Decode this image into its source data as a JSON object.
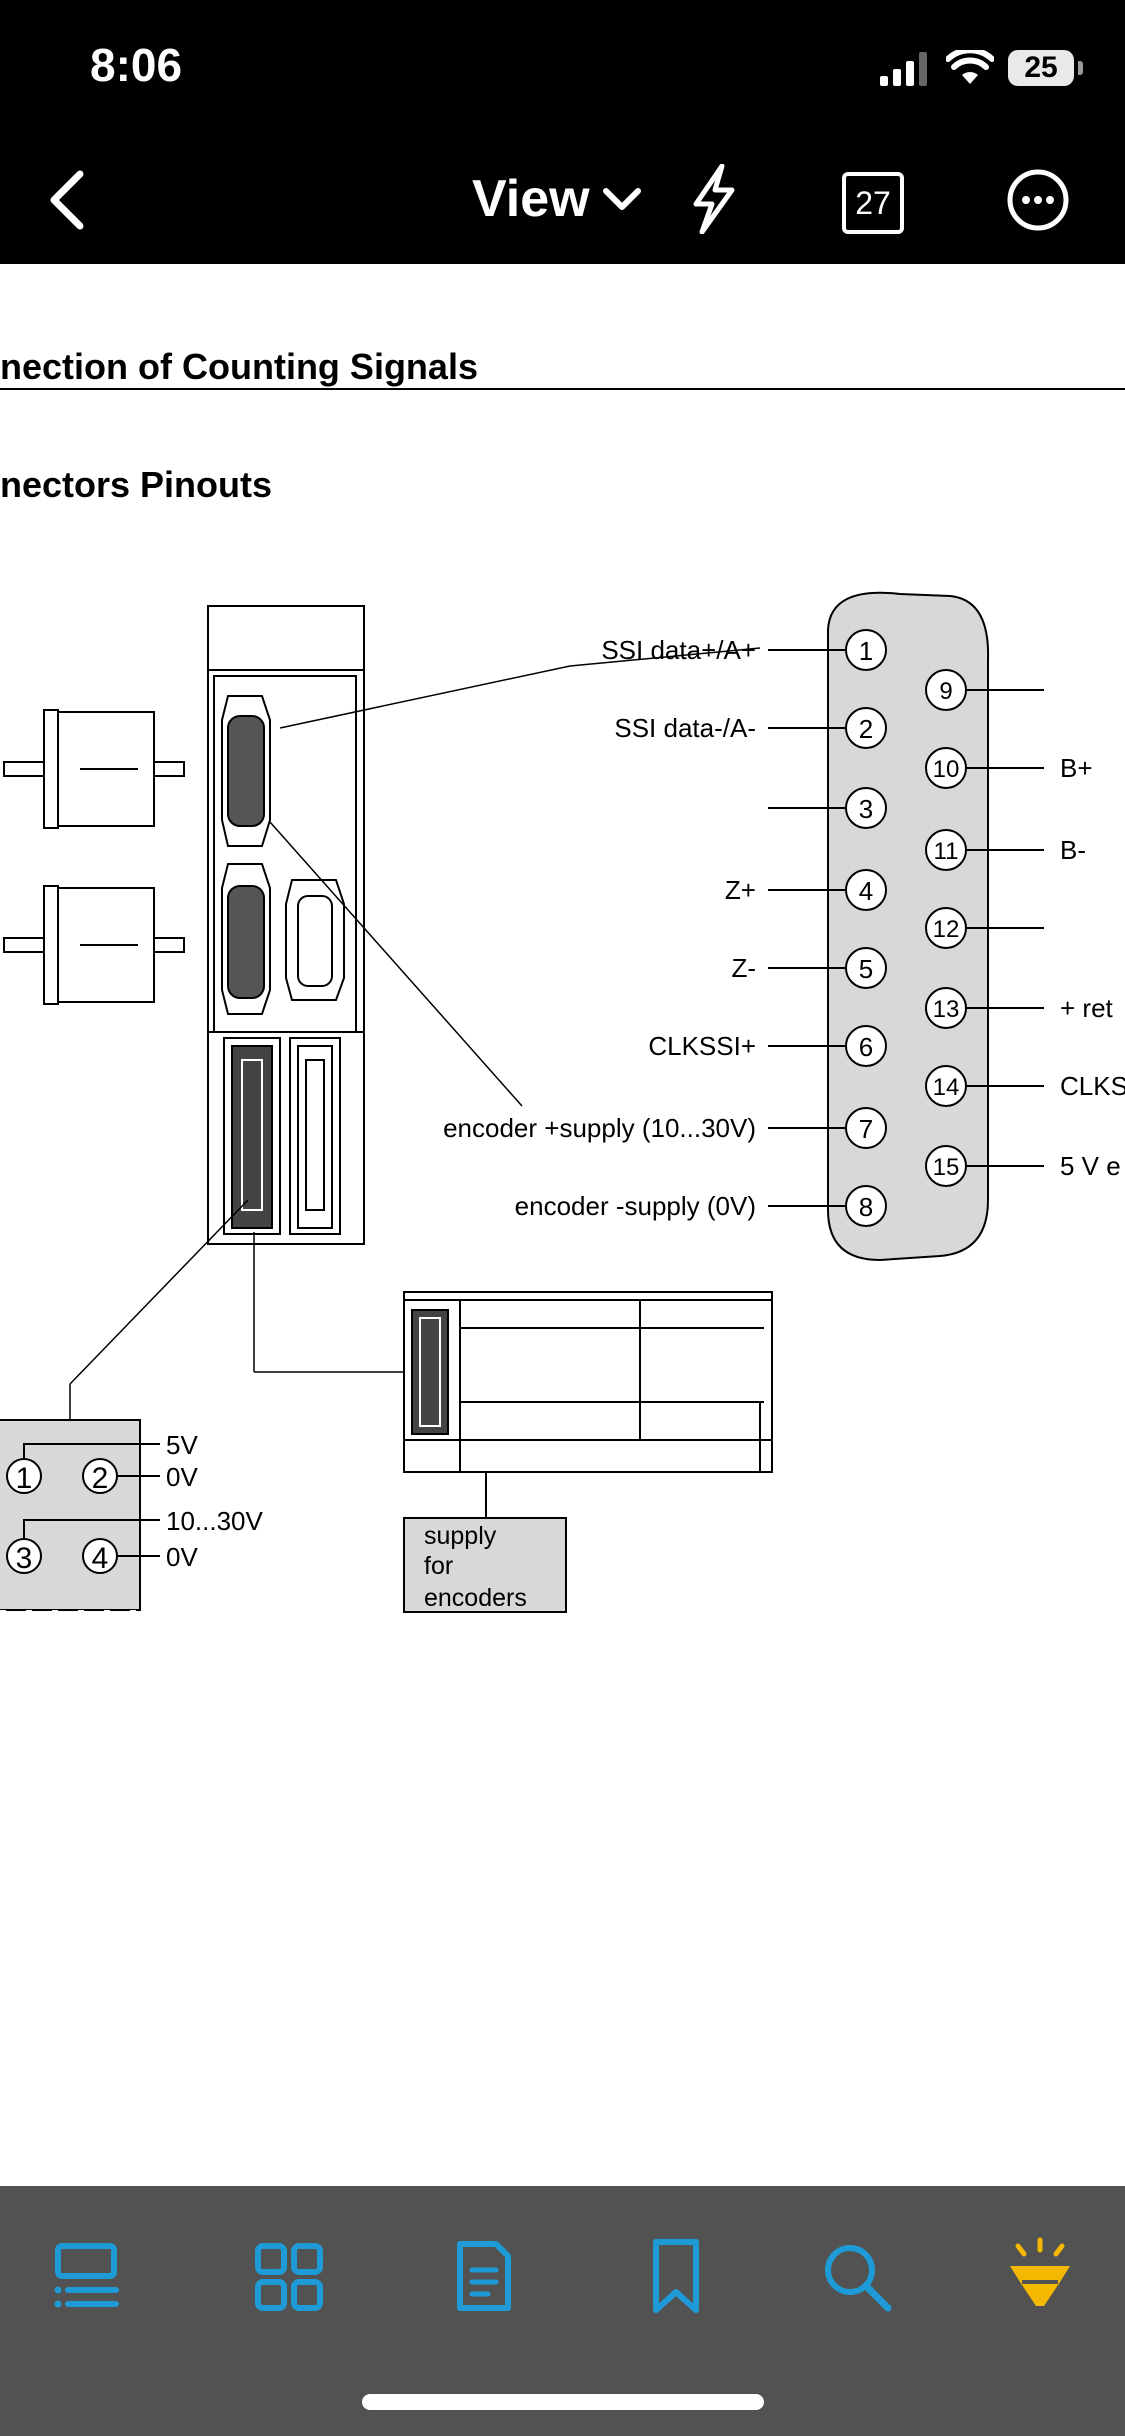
{
  "status_bar": {
    "time": "8:06",
    "battery": "25",
    "icons": [
      "signal-icon",
      "wifi-icon",
      "battery-icon"
    ]
  },
  "nav_bar": {
    "back_icon": "chevron-left-icon",
    "view_label": "View",
    "view_icon": "chevron-down-icon",
    "flash_icon": "lightning-icon",
    "page_number": "27",
    "more_icon": "ellipsis-circle-icon"
  },
  "document": {
    "heading": "nection of Counting Signals",
    "subheading": "nectors Pinouts",
    "connector_left_labels": [
      {
        "pin": "1",
        "label": "SSI data+/A+"
      },
      {
        "pin": "2",
        "label": "SSI data-/A-"
      },
      {
        "pin": "3",
        "label": ""
      },
      {
        "pin": "4",
        "label": "Z+"
      },
      {
        "pin": "5",
        "label": "Z-"
      },
      {
        "pin": "6",
        "label": "CLKSSI+"
      },
      {
        "pin": "7",
        "label": "encoder +supply   (10...30V)"
      },
      {
        "pin": "8",
        "label": "encoder -supply   (0V)"
      }
    ],
    "connector_right_labels": [
      {
        "pin": "9",
        "label": ""
      },
      {
        "pin": "10",
        "label": "B+"
      },
      {
        "pin": "11",
        "label": "B-"
      },
      {
        "pin": "12",
        "label": ""
      },
      {
        "pin": "13",
        "label": "+ ret"
      },
      {
        "pin": "14",
        "label": "CLKS"
      },
      {
        "pin": "15",
        "label": "5 V e"
      }
    ],
    "terminal_labels": {
      "pin1": "1",
      "pin2": "2",
      "pin3": "3",
      "pin4": "4",
      "v5": "5V",
      "v0a": "0V",
      "v10_30": "10...30V",
      "v0b": "0V"
    },
    "supply_box": [
      "supply",
      "for",
      "encoders"
    ]
  },
  "toolbar": {
    "icons": [
      "outline-list-icon",
      "thumbnails-grid-icon",
      "document-icon",
      "bookmark-icon",
      "search-icon",
      "highlighter-icon"
    ]
  },
  "colors": {
    "accent": "#1e9bd7",
    "highlighter": "#f5b800",
    "toolbar_bg": "#525252",
    "connector_fill": "#d8d8d8"
  }
}
